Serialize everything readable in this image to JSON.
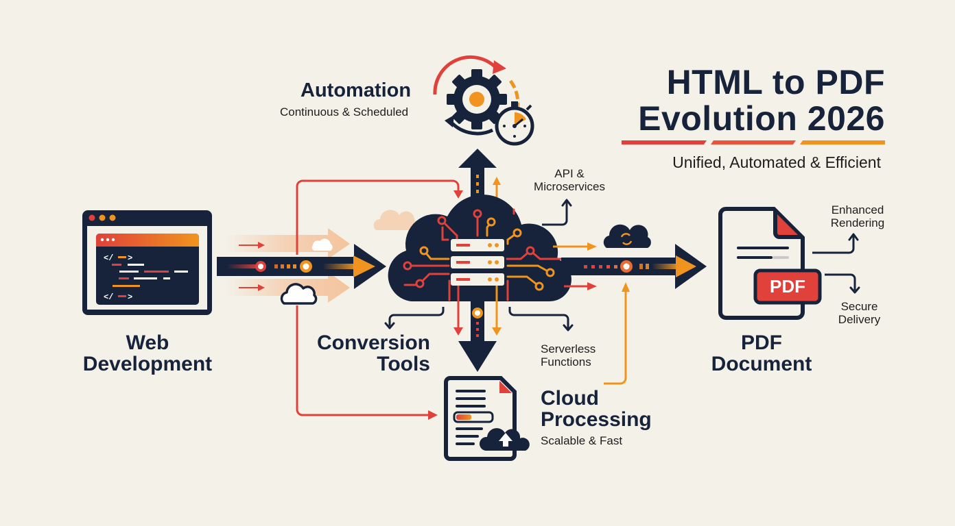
{
  "header": {
    "title_line1": "HTML to PDF",
    "title_line2": "Evolution 2026",
    "subtitle": "Unified, Automated & Efficient",
    "underline_colors": [
      "#e0413a",
      "#e8553c",
      "#f0941f"
    ]
  },
  "nodes": {
    "web_development": {
      "line1": "Web",
      "line2": "Development",
      "icon": "code-browser-icon"
    },
    "conversion_tools": {
      "line1": "Conversion",
      "line2": "Tools",
      "icon": "cloud-server-icon"
    },
    "automation": {
      "title": "Automation",
      "subtitle": "Continuous & Scheduled",
      "icon": "gear-stopwatch-icon"
    },
    "cloud_processing": {
      "line1": "Cloud",
      "line2": "Processing",
      "subtitle": "Scalable & Fast",
      "icon": "document-cloud-upload-icon"
    },
    "pdf_document": {
      "line1": "PDF",
      "line2": "Document",
      "badge": "PDF",
      "icon": "pdf-file-icon"
    }
  },
  "branches": {
    "api": {
      "line1": "API &",
      "line2": "Microservices"
    },
    "serverless": {
      "line1": "Serverless",
      "line2": "Functions"
    },
    "enhanced": {
      "line1": "Enhanced",
      "line2": "Rendering"
    },
    "secure": {
      "line1": "Secure",
      "line2": "Delivery"
    }
  },
  "colors": {
    "navy": "#16233a",
    "red": "#e0413a",
    "orange": "#f0941f",
    "background": "#f4f1e9",
    "peach": "#f5c9a6"
  }
}
